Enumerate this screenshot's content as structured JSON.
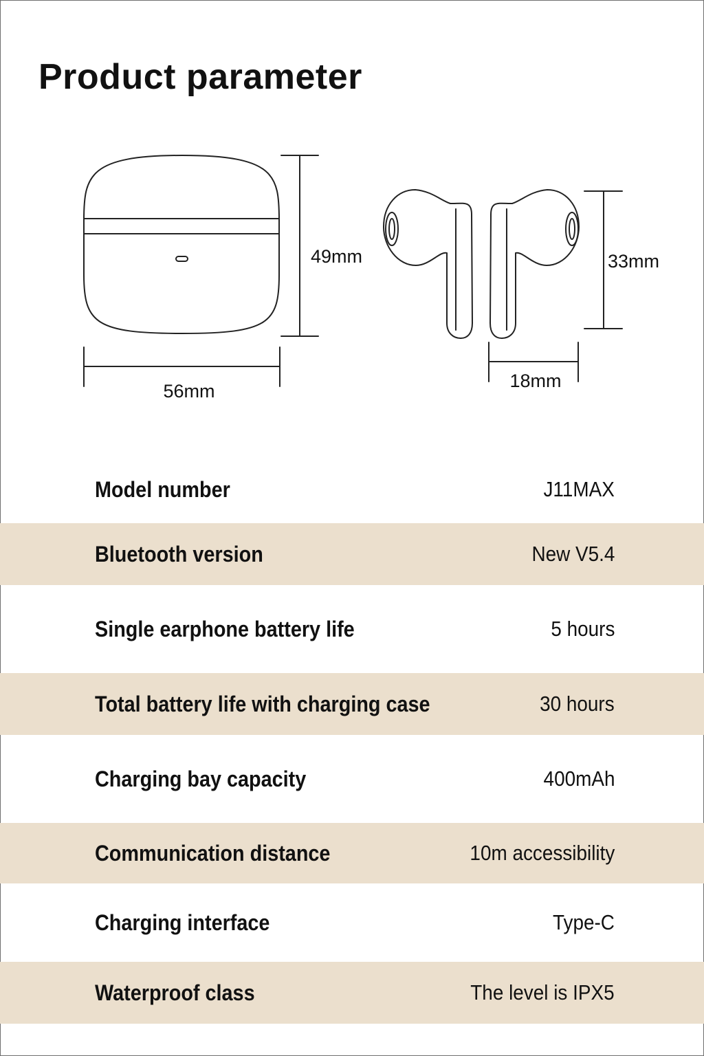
{
  "page": {
    "title": "Product parameter"
  },
  "dimensions": {
    "case_width": "56mm",
    "case_height": "49mm",
    "earbud_height": "33mm",
    "earbud_width": "18mm"
  },
  "specs": [
    {
      "label": "Model number",
      "value": "J11MAX",
      "shaded": false
    },
    {
      "label": "Bluetooth version",
      "value": "New V5.4",
      "shaded": true
    },
    {
      "label": "Single earphone battery life",
      "value": "5 hours",
      "shaded": false
    },
    {
      "label": "Total battery life with charging case",
      "value": "30 hours",
      "shaded": true
    },
    {
      "label": "Charging bay capacity",
      "value": "400mAh",
      "shaded": false
    },
    {
      "label": "Communication distance",
      "value": "10m accessibility",
      "shaded": true
    },
    {
      "label": "Charging interface",
      "value": "Type-C",
      "shaded": false
    },
    {
      "label": "Waterproof class",
      "value": "The level is IPX5",
      "shaded": true
    }
  ],
  "colors": {
    "shaded_row": "#ebdfcd",
    "text": "#111111",
    "background": "#ffffff"
  }
}
